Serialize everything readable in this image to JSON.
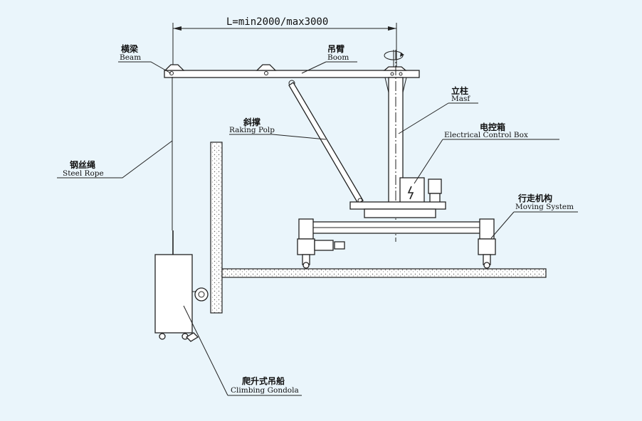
{
  "dimension": {
    "text": "L=min2000/max3000"
  },
  "labels": {
    "beam": {
      "cn": "横梁",
      "en": "Beam"
    },
    "boom": {
      "cn": "吊臂",
      "en": "Boom"
    },
    "mast": {
      "cn": "立柱",
      "en": "Masf"
    },
    "raking_pole": {
      "cn": "斜撑",
      "en": "Raking Polp"
    },
    "control_box": {
      "cn": "电控箱",
      "en": "Electrical Control Box"
    },
    "steel_rope": {
      "cn": "钢丝绳",
      "en": "Steel Rope"
    },
    "moving": {
      "cn": "行走机构",
      "en": "Moving System"
    },
    "gondola": {
      "cn": "爬升式吊船",
      "en": "Climbing Gondola"
    }
  },
  "colors": {
    "background": "#eaf5fb",
    "line": "#222222"
  }
}
